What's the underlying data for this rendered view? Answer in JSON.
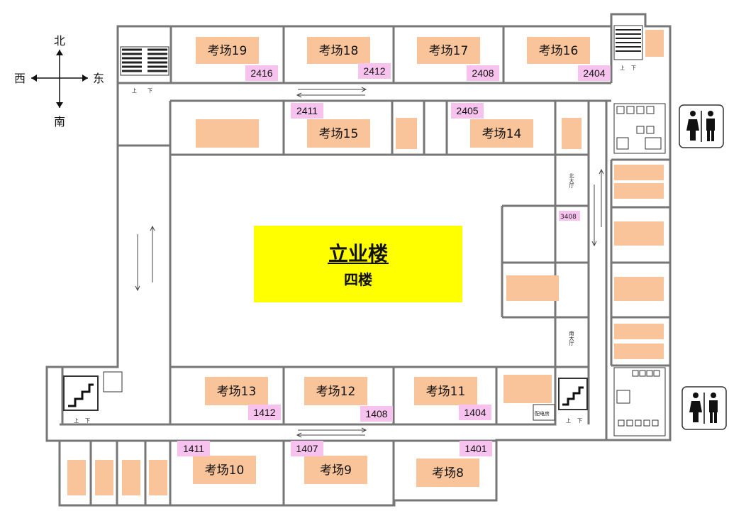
{
  "building": {
    "name": "立业楼",
    "floor": "四楼"
  },
  "compass": {
    "north": "北",
    "south": "南",
    "west": "西",
    "east": "东"
  },
  "exam_rooms": [
    {
      "label": "考场19",
      "number": "2416"
    },
    {
      "label": "考场18",
      "number": "2412"
    },
    {
      "label": "考场17",
      "number": "2408"
    },
    {
      "label": "考场16",
      "number": "2404"
    },
    {
      "label": "考场15",
      "number": "2411"
    },
    {
      "label": "考场14",
      "number": "2405"
    },
    {
      "label": "考场13",
      "number": "1412"
    },
    {
      "label": "考场12",
      "number": "1408"
    },
    {
      "label": "考场11",
      "number": "1404"
    },
    {
      "label": "考场10",
      "number": "1411"
    },
    {
      "label": "考场9",
      "number": "1407"
    },
    {
      "label": "考场8",
      "number": "1401"
    }
  ],
  "room_3408": "3408",
  "stairs": {
    "up": "上",
    "down": "下"
  },
  "utility_room": "配电房",
  "hall_north": "北大厅",
  "hall_south": "南大厅",
  "restroom_icon": "restroom-icon",
  "colors": {
    "exam_room": "#f9c49a",
    "room_number": "#f7c3ee",
    "title_block": "#ffff00",
    "wall": "#888888"
  }
}
